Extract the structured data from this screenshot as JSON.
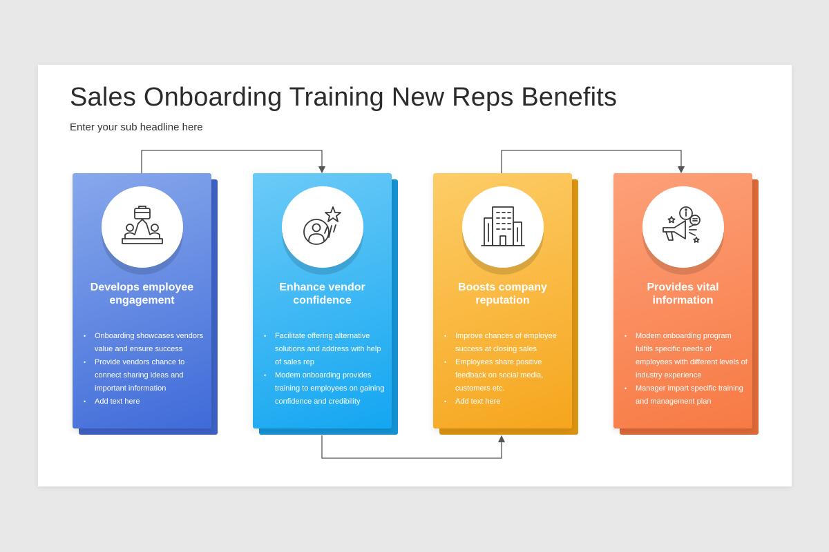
{
  "header": {
    "title": "Sales Onboarding Training New Reps Benefits",
    "subtitle": "Enter your sub headline here"
  },
  "cards": [
    {
      "icon": "teamwork-briefcase-icon",
      "title": "Develops employee engagement",
      "color_top": "#88a8ec",
      "color_bottom": "#3f6bd8",
      "back": "#3e62c4",
      "bullets": [
        "Onboarding showcases vendors value and ensure success",
        "Provide vendors chance to connect sharing ideas and important information",
        "Add text here"
      ]
    },
    {
      "icon": "person-star-icon",
      "title": "Enhance vendor confidence",
      "color_top": "#6ccbf7",
      "color_bottom": "#13a6f1",
      "back": "#1693d4",
      "bullets": [
        "Facilitate offering alternative solutions and address with help of sales rep",
        "Modem onboarding provides training to employees on gaining confidence and credibility"
      ]
    },
    {
      "icon": "office-building-icon",
      "title": "Boosts company reputation",
      "color_top": "#fdcd67",
      "color_bottom": "#f6a51d",
      "back": "#dd9412",
      "bullets": [
        "Improve chances of employee success at closing sales",
        "Employees share positive feedback on social media, customers etc.",
        "Add text here"
      ]
    },
    {
      "icon": "megaphone-info-icon",
      "title": "Provides vital information",
      "color_top": "#fda079",
      "color_bottom": "#f77a44",
      "back": "#dc6a38",
      "bullets": [
        "Modem onboarding program fulfils specific needs of employees with different levels of industry experience",
        "Manager impart specific training and management plan"
      ]
    }
  ]
}
